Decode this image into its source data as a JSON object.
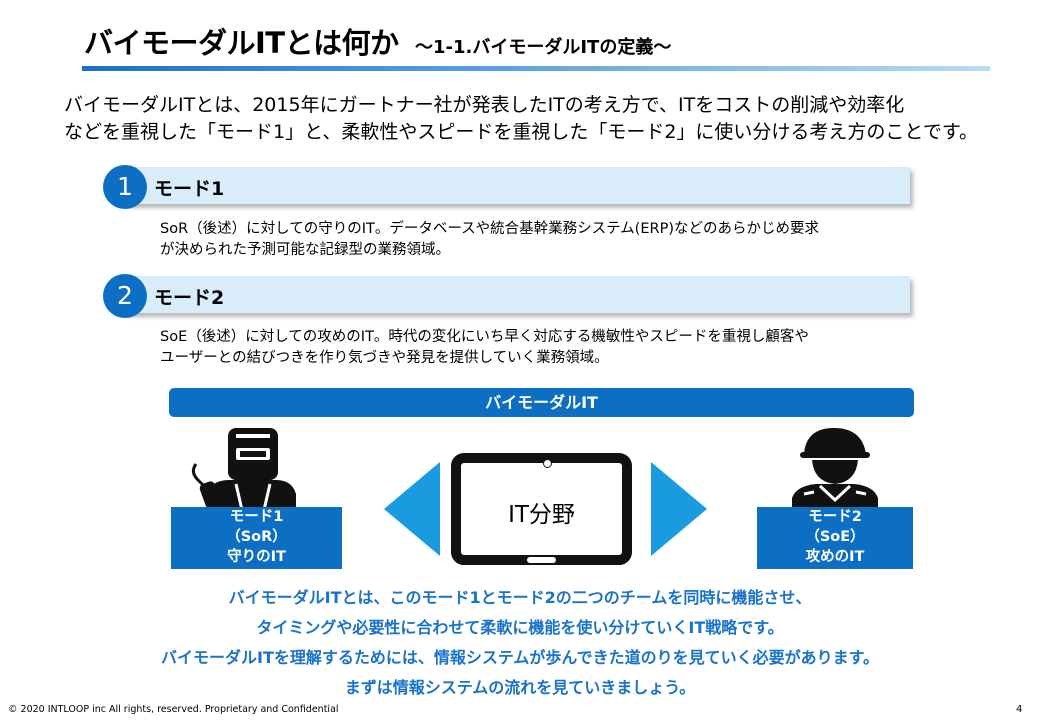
{
  "header": {
    "title": "バイモーダルITとは何か",
    "subtitle": "～1-1.バイモーダルITの定義～"
  },
  "intro": {
    "line1": "バイモーダルITとは、2015年にガートナー社が発表したITの考え方で、ITをコストの削減や効率化",
    "line2": "などを重視した「モード1」と、柔軟性やスピードを重視した「モード2」に使い分ける考え方のことです。"
  },
  "modes": [
    {
      "number": "1",
      "label": "モード1",
      "desc_line1": "SoR（後述）に対しての守りのIT。データベースや統合基幹業務システム(ERP)などのあらかじめ要求",
      "desc_line2": "が決められた予測可能な記録型の業務領域。"
    },
    {
      "number": "2",
      "label": "モード2",
      "desc_line1": "SoE（後述）に対しての攻めのIT。時代の変化にいち早く対応する機敏性やスピードを重視し顧客や",
      "desc_line2": "ユーザーとの結びつきを作り気づきや発見を提供していく業務領域。"
    }
  ],
  "diagram": {
    "banner": "バイモーダルIT",
    "center_label": "IT分野",
    "left_box": {
      "line1": "モード1",
      "line2": "（SoR）",
      "line3": "守りのIT"
    },
    "right_box": {
      "line1": "モード2",
      "line2": "（SoE）",
      "line3": "攻めのIT"
    },
    "left_icon": "welder-icon",
    "right_icon": "soldier-icon",
    "center_icon": "tablet-icon"
  },
  "summary": {
    "line1": "バイモーダルITとは、このモード1とモード2の二つのチームを同時に機能させ、",
    "line2": "タイミングや必要性に合わせて柔軟に機能を使い分けていくIT戦略です。",
    "line3": "バイモーダルITを理解するためには、情報システムが歩んできた道のりを見ていく必要があります。",
    "line4": "まずは情報システムの流れを見ていきましょう。"
  },
  "footer": {
    "copyright": "© 2020 INTLOOP inc All rights, reserved.  Proprietary and Confidential",
    "page": "4"
  },
  "colors": {
    "accent": "#0d6fc4",
    "light_bar": "#d9ecf9",
    "arrow": "#1a9be0",
    "summary_text": "#1a73c8"
  }
}
